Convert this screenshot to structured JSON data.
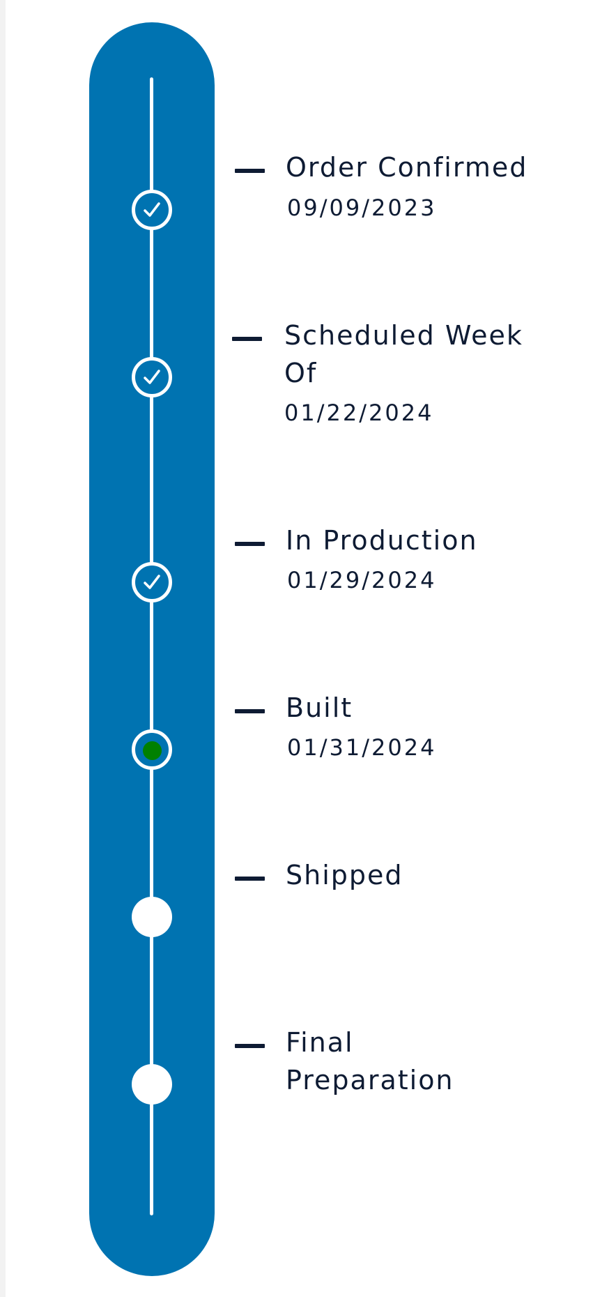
{
  "theme": {
    "track_color": "#0073b1",
    "text_color": "#0e1b33",
    "current_dot_color": "#008000",
    "node_color": "#ffffff"
  },
  "timeline": {
    "steps": [
      {
        "label": "Order Confirmed",
        "date": "09/09/2023",
        "status": "completed",
        "icon": "check-icon"
      },
      {
        "label": "Scheduled Week Of",
        "date": "01/22/2024",
        "status": "completed",
        "icon": "check-icon"
      },
      {
        "label": "In Production",
        "date": "01/29/2024",
        "status": "completed",
        "icon": "check-icon"
      },
      {
        "label": "Built",
        "date": "01/31/2024",
        "status": "current",
        "icon": "current-dot-icon"
      },
      {
        "label": "Shipped",
        "date": "",
        "status": "pending",
        "icon": "empty-circle-icon"
      },
      {
        "label": "Final Preparation",
        "date": "",
        "status": "pending",
        "icon": "empty-circle-icon"
      }
    ]
  }
}
